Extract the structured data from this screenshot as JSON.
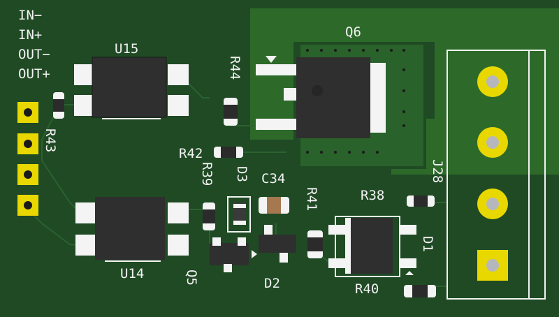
{
  "board": {
    "colors": {
      "substrate": "#1f4a24",
      "copper_fill": "#2d6a2a",
      "copper_dark": "#214f22",
      "pad_gold": "#e8d800",
      "silkscreen": "#f2f2f2",
      "component_body": "#333333"
    }
  },
  "header_labels": [
    "IN−",
    "IN+",
    "OUT−",
    "OUT+"
  ],
  "refs": {
    "U15": "U15",
    "Q6": "Q6",
    "R44": "R44",
    "R43": "R43",
    "R42": "R42",
    "R39": "R39",
    "D3": "D3",
    "C34": "C34",
    "R41": "R41",
    "R38": "R38",
    "J28": "J28",
    "U14": "U14",
    "Q5": "Q5",
    "D2": "D2",
    "R40": "R40",
    "D1": "D1"
  }
}
